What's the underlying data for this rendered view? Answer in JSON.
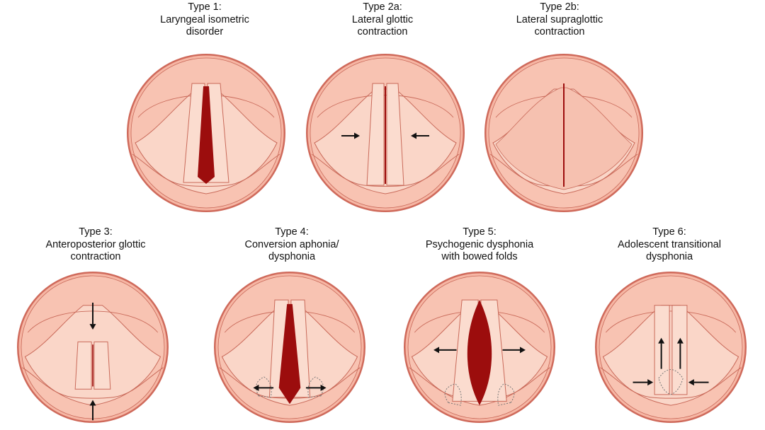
{
  "colors": {
    "rim": "#cf6a5b",
    "ring": "#f6b6a4",
    "wall": "#f8c3b2",
    "shelf": "#fad6c8",
    "fold": "#fbdccf",
    "outline": "#c96a5a",
    "gap": "#9c0d0d",
    "arrow": "#111111"
  },
  "panels": [
    {
      "id": "type1",
      "icon": "laryngeal-isometric-icon",
      "lines": [
        "Type 1:",
        "Laryngeal isometric",
        "disorder"
      ]
    },
    {
      "id": "type2a",
      "icon": "lateral-glottic-icon",
      "lines": [
        "Type 2a:",
        "Lateral glottic",
        "contraction"
      ]
    },
    {
      "id": "type2b",
      "icon": "lateral-supraglottic-icon",
      "lines": [
        "Type 2b:",
        "Lateral supraglottic",
        "contraction"
      ]
    },
    {
      "id": "type3",
      "icon": "anteroposterior-glottic-icon",
      "lines": [
        "Type 3:",
        "Anteroposterior glottic",
        "contraction"
      ]
    },
    {
      "id": "type4",
      "icon": "conversion-aphonia-icon",
      "lines": [
        "Type 4:",
        "Conversion aphonia/",
        "dysphonia"
      ]
    },
    {
      "id": "type5",
      "icon": "psychogenic-dysphonia-icon",
      "lines": [
        "Type 5:",
        "Psychogenic dysphonia",
        "with bowed folds"
      ]
    },
    {
      "id": "type6",
      "icon": "adolescent-transitional-icon",
      "lines": [
        "Type 6:",
        "Adolescent transitional",
        "dysphonia"
      ]
    }
  ]
}
